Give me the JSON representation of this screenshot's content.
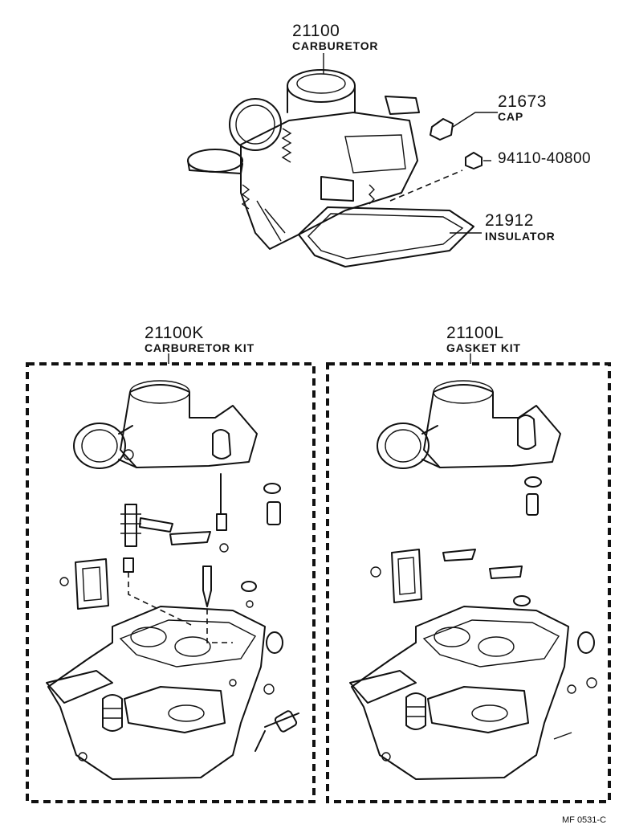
{
  "top": {
    "carburetor": {
      "number": "21100",
      "name": "CARBURETOR"
    },
    "cap": {
      "number": "21673",
      "name": "CAP"
    },
    "nut": {
      "number": "94110-40800"
    },
    "insulator": {
      "number": "21912",
      "name": "INSULATOR"
    }
  },
  "kits": {
    "carburetor_kit": {
      "number": "21100K",
      "name": "CARBURETOR KIT"
    },
    "gasket_kit": {
      "number": "21100L",
      "name": "GASKET KIT"
    }
  },
  "footer": {
    "code": "MF  0531-C"
  }
}
